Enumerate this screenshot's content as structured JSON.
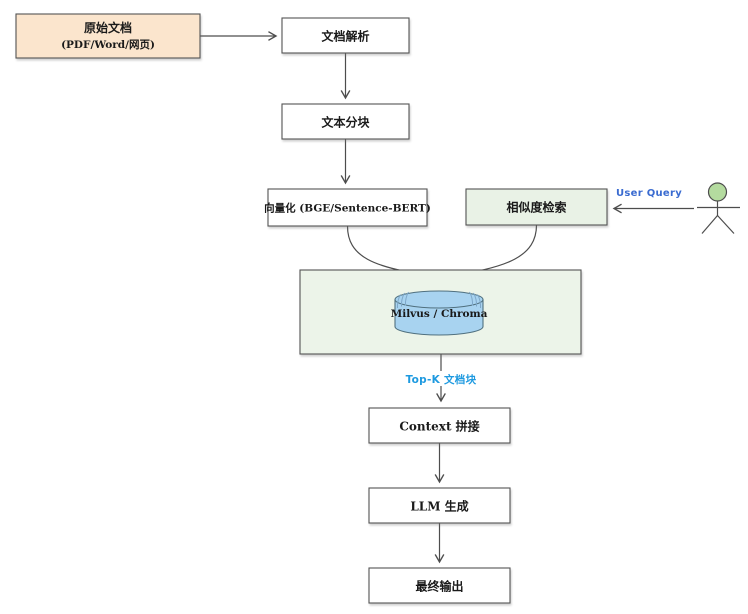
{
  "diagram": {
    "nodes": {
      "source_doc": {
        "line1": "原始文档",
        "line2": "(PDF/Word/网页)"
      },
      "doc_parse": "文档解析",
      "text_chunk": "文本分块",
      "vectorize": "向量化 (BGE/Sentence-BERT)",
      "similarity": "相似度检索",
      "vector_db": "Milvus / Chroma",
      "context_concat": "Context 拼接",
      "llm_generate": "LLM 生成",
      "final_output": "最终输出"
    },
    "annotations": {
      "user_query": "User Query",
      "top_k": "Top-K 文档块"
    },
    "colors": {
      "source_fill": "#fbe5cd",
      "green_fill": "#e9f2e6",
      "container_fill": "#ecf4e9",
      "db_fill": "#a8d3f0",
      "db_stroke": "#50707f",
      "line": "#4d4d4d",
      "user_query_blue": "#3a6bd0",
      "top_k_blue": "#1e9ae0",
      "actor_head_fill": "#b4db9f",
      "white": "#ffffff"
    }
  }
}
